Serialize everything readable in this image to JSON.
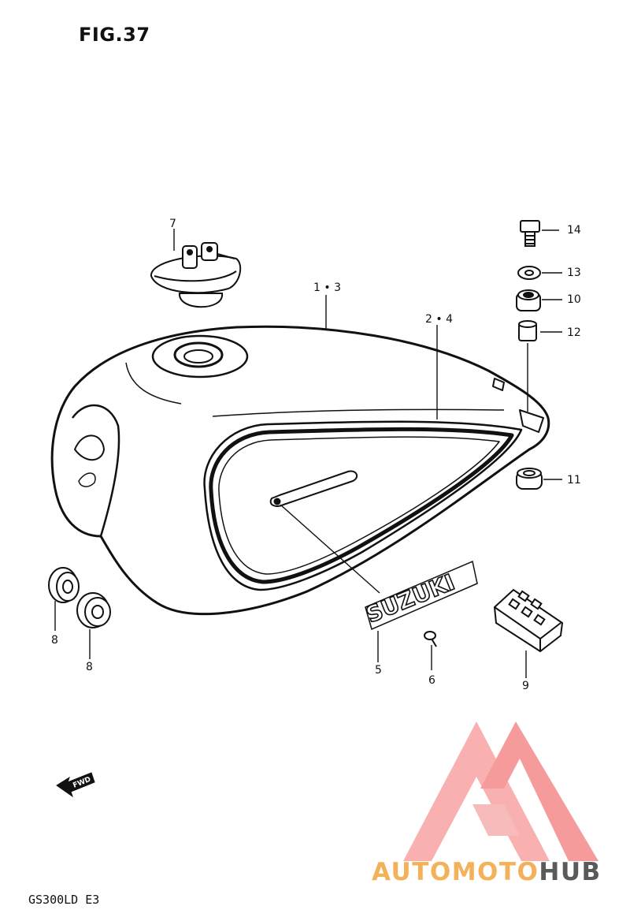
{
  "figure": {
    "title": "FIG.37",
    "model_code": "GS300LD  E3",
    "emblem_text": "SUZUKI",
    "direction_label": "FWD"
  },
  "callouts": [
    {
      "id": "fuel-cap",
      "label": "7"
    },
    {
      "id": "tank-a",
      "label": "1 • 3"
    },
    {
      "id": "tank-b",
      "label": "2 • 4"
    },
    {
      "id": "bolt",
      "label": "14"
    },
    {
      "id": "washer",
      "label": "13"
    },
    {
      "id": "cushion-10",
      "label": "10"
    },
    {
      "id": "spacer-12",
      "label": "12"
    },
    {
      "id": "cushion-11",
      "label": "11"
    },
    {
      "id": "cushion-8a",
      "label": "8"
    },
    {
      "id": "cushion-8b",
      "label": "8"
    },
    {
      "id": "emblem",
      "label": "5"
    },
    {
      "id": "screw",
      "label": "6"
    },
    {
      "id": "knee-pad",
      "label": "9"
    }
  ],
  "watermark": {
    "brand_left": "AUTOMOTO",
    "brand_right": "HUB",
    "color_left": "#f3b25a",
    "color_right": "#5a5a5a",
    "logo_color": "#f26a6a"
  }
}
